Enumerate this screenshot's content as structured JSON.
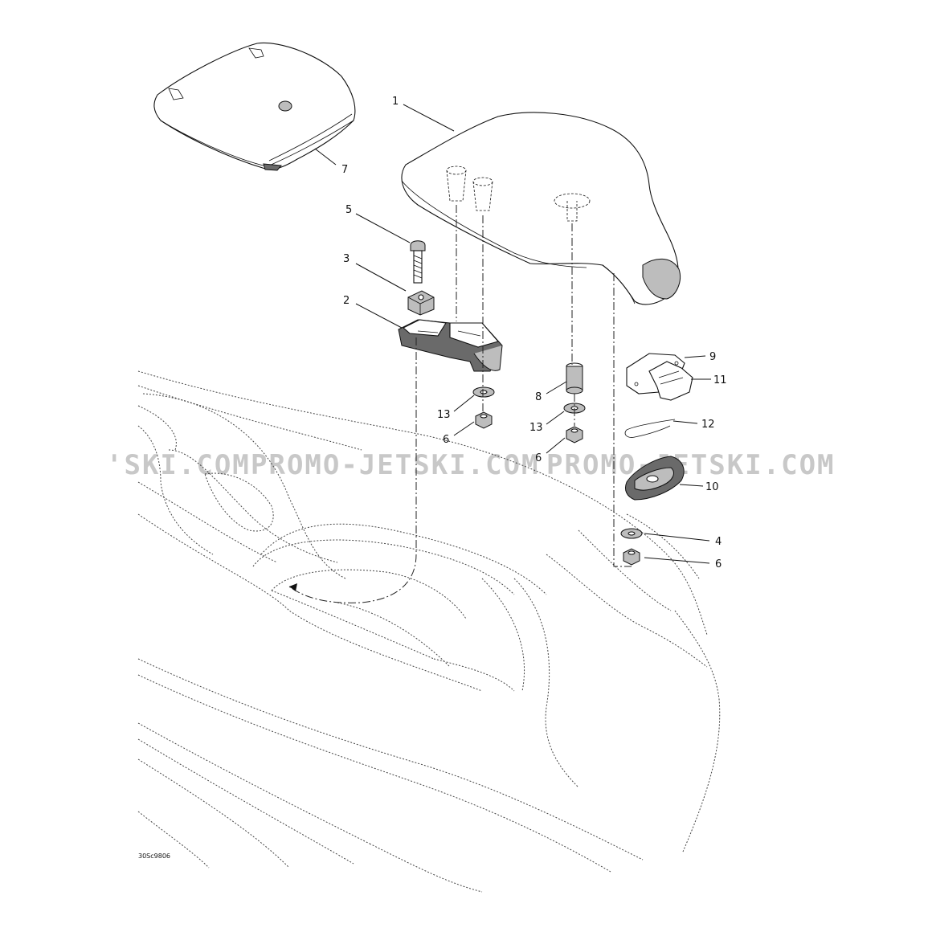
{
  "watermark": {
    "left": "'SKI.COM",
    "middle": "PROMO-JETSKI.COM",
    "right": "PROMO-JETSKI.COM"
  },
  "drawing_code": "30Sc9806",
  "callouts": {
    "c1": "1",
    "c2": "2",
    "c3": "3",
    "c4": "4",
    "c5": "5",
    "c6a": "6",
    "c6b": "6",
    "c6c": "6",
    "c7": "7",
    "c8": "8",
    "c9": "9",
    "c10": "10",
    "c11": "11",
    "c12": "12",
    "c13a": "13",
    "c13b": "13"
  }
}
